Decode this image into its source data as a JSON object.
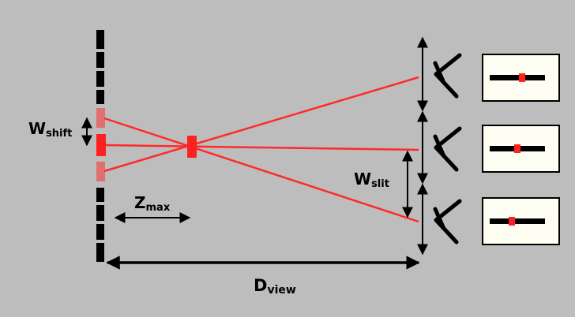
{
  "labels": {
    "w_shift": {
      "main": "W",
      "sub": "shift"
    },
    "w_slit": {
      "main": "W",
      "sub": "slit"
    },
    "z_max": {
      "main": "Z",
      "sub": "max"
    },
    "d_view": {
      "main": "D",
      "sub": "view"
    }
  },
  "colors": {
    "background": "#bdbdbd",
    "ray": "#ff2a2a",
    "slit_lit": "#ff2020",
    "slit_faded": "#e07070",
    "ink": "#000000",
    "panel": "#fffef2"
  },
  "eye_icon_name": "eye-icon",
  "views": [
    "top",
    "middle",
    "bottom"
  ]
}
